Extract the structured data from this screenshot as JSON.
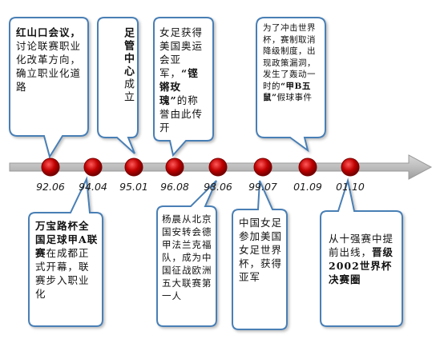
{
  "timeline": {
    "accent": "#4a7fb5",
    "node_color": "#c00000",
    "dates": [
      "92.06",
      "94.04",
      "95.01",
      "96.08",
      "98.06",
      "99.07",
      "01.09",
      "01.10"
    ]
  },
  "events": [
    {
      "id": "e1",
      "date": "92.06",
      "position": "top",
      "text_bold": "红山口会议，",
      "text": "讨论联赛职业化改革方向，确立职业化道路"
    },
    {
      "id": "e3",
      "date": "95.01",
      "position": "top",
      "text_bold": "足管中心",
      "text": "成立"
    },
    {
      "id": "e4",
      "date": "96.08",
      "position": "top",
      "text_pre": "女足获得美国奥运会亚军，",
      "text_bold": "“铿锵玫瑰”",
      "text": "的称誉由此传开"
    },
    {
      "id": "e7",
      "date": "01.09",
      "position": "top",
      "text_pre": "为了冲击世界杯，赛制取消降级制度，出现政策漏洞，发生了轰动一时的",
      "text_bold": "“甲B五鼠”",
      "text": "假球事件"
    },
    {
      "id": "e2",
      "date": "94.04",
      "position": "bottom",
      "text_bold": "万宝路杯全国足球甲A联赛",
      "text": "在成都正式开幕，联赛步入职业化"
    },
    {
      "id": "e5",
      "date": "98.06",
      "position": "bottom",
      "text": "杨晨从北京国安转会德甲法兰克福队，成为中国征战欧洲五大联赛第一人"
    },
    {
      "id": "e6",
      "date": "99.07",
      "position": "bottom",
      "text": "中国女足参加美国女足世界杯，获得亚军"
    },
    {
      "id": "e8",
      "date": "01.10",
      "position": "bottom",
      "text_pre": "从十强赛中提前出线，",
      "text_bold": "晋级2002世界杯决赛圈"
    }
  ]
}
